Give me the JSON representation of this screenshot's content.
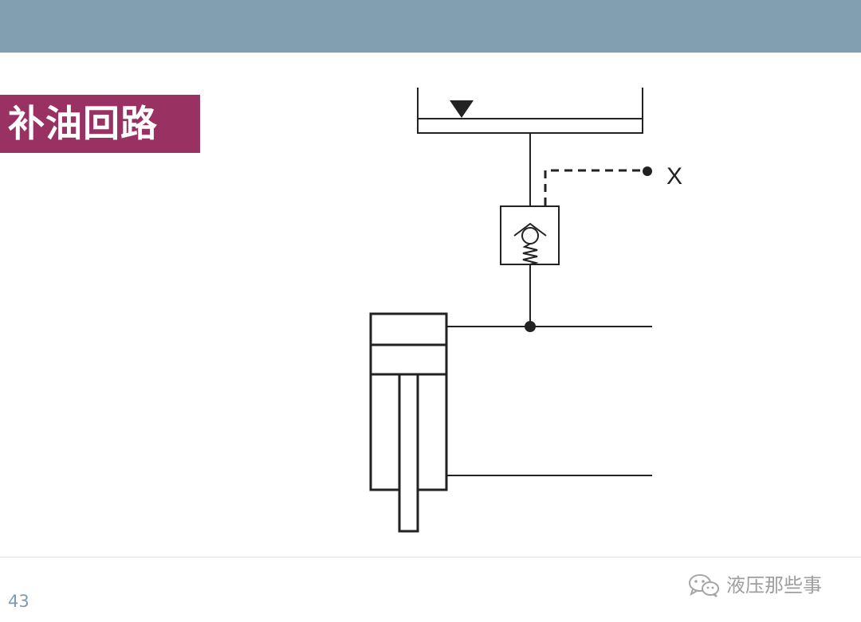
{
  "header": {
    "bar_color": "#819fb0"
  },
  "title": {
    "text": "补油回路",
    "background": "#9a3163"
  },
  "diagram": {
    "port_label": "X",
    "components": [
      "tank-icon",
      "pilot-operated-check-valve-icon",
      "hydraulic-cylinder-icon"
    ]
  },
  "footer": {
    "page_number": "43",
    "watermark_text": "液压那些事",
    "watermark_icon": "wechat-icon"
  }
}
